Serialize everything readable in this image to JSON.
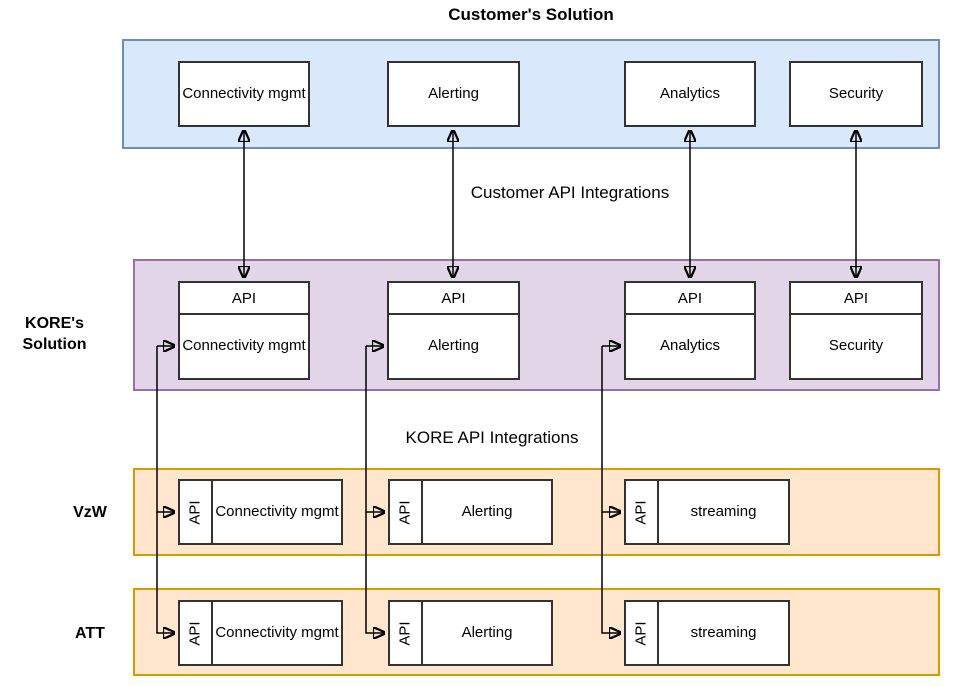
{
  "title": "Customer's Solution",
  "colors": {
    "customer_band_fill": "#dae8fc",
    "customer_band_border": "#6c8ebf",
    "kore_band_fill": "#e1d5e7",
    "kore_band_border": "#9673a6",
    "carrier_band_fill": "#ffe6cc",
    "carrier_band_border": "#d79b00",
    "node_fill": "#ffffff",
    "node_border": "#333333",
    "arrow": "#000000"
  },
  "integration_labels": {
    "customer": "Customer API Integrations",
    "kore": "KORE API Integrations"
  },
  "customer_row": {
    "boxes": [
      {
        "label": "Connectivity mgmt"
      },
      {
        "label": "Alerting"
      },
      {
        "label": "Analytics"
      },
      {
        "label": "Security"
      }
    ]
  },
  "kore_row": {
    "title_lines": [
      "KORE's",
      "Solution"
    ],
    "api_label": "API",
    "boxes": [
      {
        "label": "Connectivity mgmt"
      },
      {
        "label": "Alerting"
      },
      {
        "label": "Analytics"
      },
      {
        "label": "Security"
      }
    ]
  },
  "carrier_rows": [
    {
      "name": "VzW",
      "api_label": "API",
      "boxes": [
        {
          "label": "Connectivity mgmt"
        },
        {
          "label": "Alerting"
        },
        {
          "label": "streaming"
        }
      ]
    },
    {
      "name": "ATT",
      "api_label": "API",
      "boxes": [
        {
          "label": "Connectivity mgmt"
        },
        {
          "label": "Alerting"
        },
        {
          "label": "streaming"
        }
      ]
    }
  ]
}
